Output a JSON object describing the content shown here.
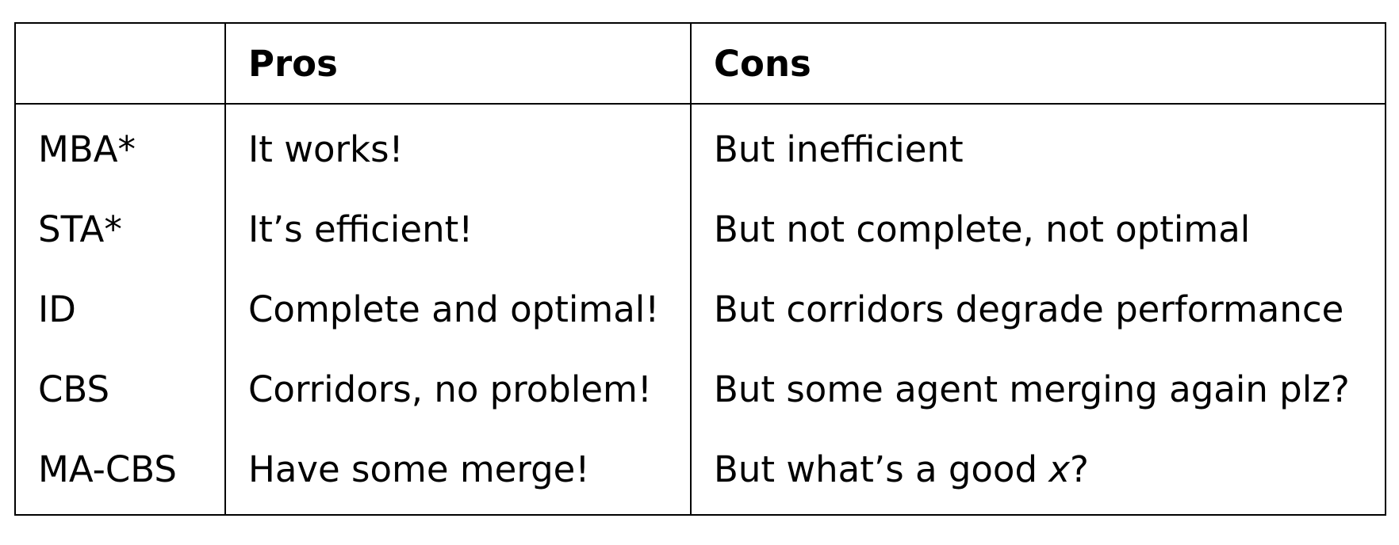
{
  "table": {
    "headers": [
      "",
      "Pros",
      "Cons"
    ],
    "rows": [
      {
        "method": "MBA*",
        "pros": "It works!",
        "cons": "But inefficient"
      },
      {
        "method": "STA*",
        "pros": "It’s efficient!",
        "cons": "But not complete, not optimal"
      },
      {
        "method": "ID",
        "pros": "Complete and optimal!",
        "cons": "But corridors degrade performance"
      },
      {
        "method": "CBS",
        "pros": "Corridors, no problem!",
        "cons": "But some agent merging again plz?"
      },
      {
        "method": "MA-CBS",
        "pros": "Have some merge!",
        "cons_prefix": "But what’s a good ",
        "cons_var": "x",
        "cons_suffix": "?"
      }
    ]
  }
}
